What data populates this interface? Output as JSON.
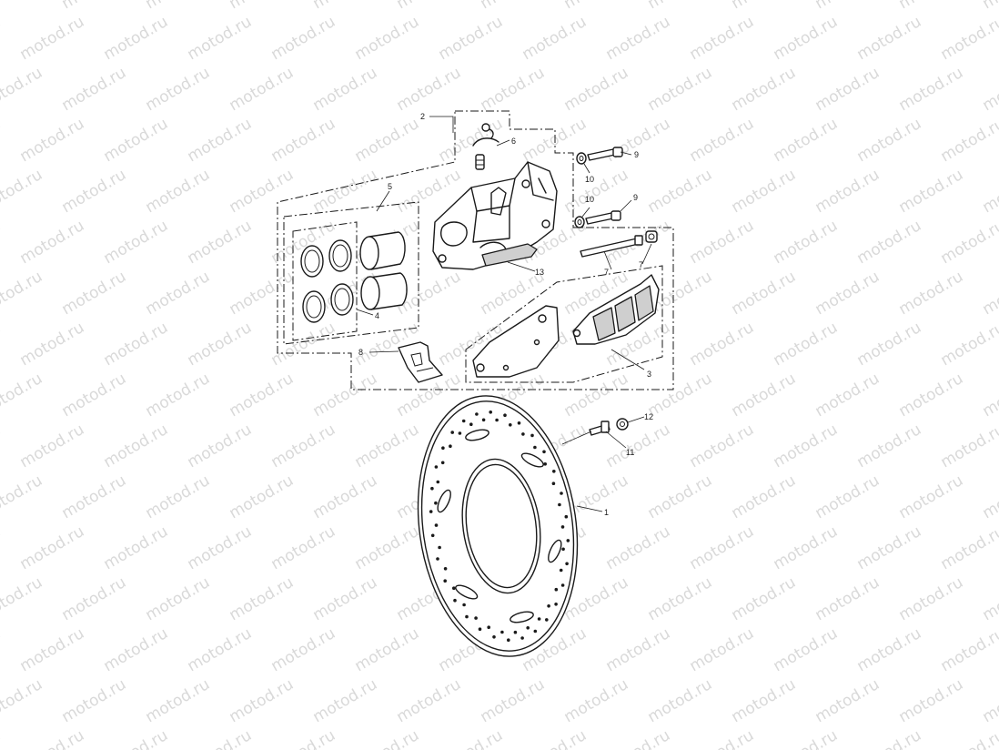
{
  "watermark": {
    "text": "motod.ru"
  },
  "callouts": [
    {
      "id": "c2",
      "label": "2"
    },
    {
      "id": "c6",
      "label": "6"
    },
    {
      "id": "c9a",
      "label": "9"
    },
    {
      "id": "c10a",
      "label": "10"
    },
    {
      "id": "c10b",
      "label": "10"
    },
    {
      "id": "c9b",
      "label": "9"
    },
    {
      "id": "c5",
      "label": "5"
    },
    {
      "id": "c7a",
      "label": "7"
    },
    {
      "id": "c7b",
      "label": "7"
    },
    {
      "id": "c13",
      "label": "13"
    },
    {
      "id": "c4",
      "label": "4"
    },
    {
      "id": "c8",
      "label": "8"
    },
    {
      "id": "c3",
      "label": "3"
    },
    {
      "id": "c12",
      "label": "12"
    },
    {
      "id": "c11",
      "label": "11"
    },
    {
      "id": "c1",
      "label": "1"
    }
  ]
}
